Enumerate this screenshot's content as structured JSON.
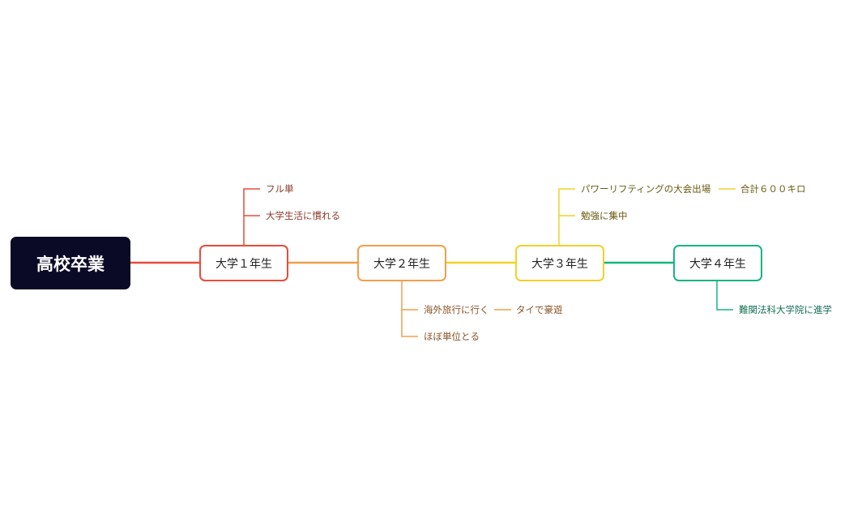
{
  "root": {
    "label": "高校卒業",
    "color": "#0b0a26"
  },
  "years": [
    {
      "label": "大学１年生",
      "color": "#e84c3d",
      "items": [
        {
          "label": "フル単"
        },
        {
          "label": "大学生活に慣れる"
        }
      ]
    },
    {
      "label": "大学２年生",
      "color": "#f0a04b",
      "items": [
        {
          "label": "海外旅行に行く",
          "child": "タイで豪遊"
        },
        {
          "label": "ほぼ単位とる"
        }
      ]
    },
    {
      "label": "大学３年生",
      "color": "#f2d12b",
      "items": [
        {
          "label": "パワーリフティングの大会出場",
          "child": "合計６００キロ"
        },
        {
          "label": "勉強に集中"
        }
      ]
    },
    {
      "label": "大学４年生",
      "color": "#17b582",
      "items": [
        {
          "label": "難関法科大学院に進学"
        }
      ]
    }
  ],
  "text_colors": {
    "y1": "#8a3a2a",
    "y2": "#8a5226",
    "y3": "#6b5a10",
    "y4": "#147050"
  }
}
